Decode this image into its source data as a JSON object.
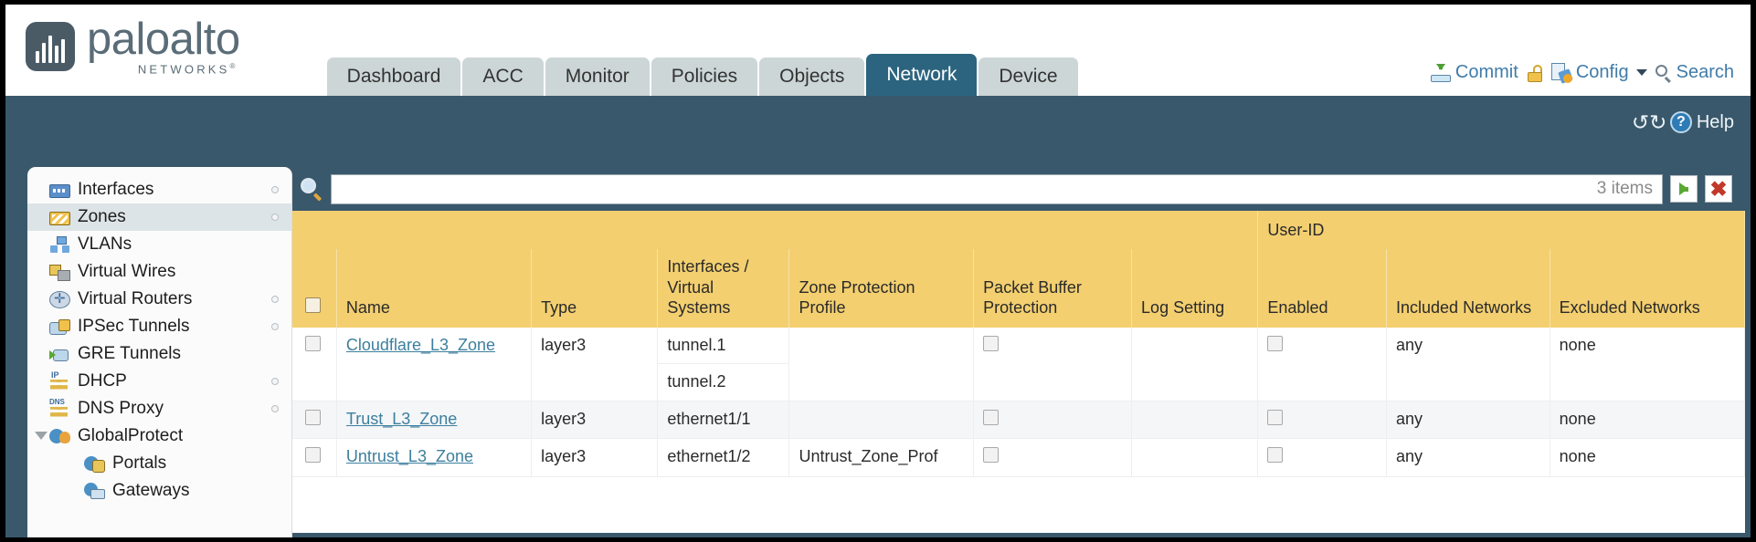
{
  "brand": {
    "name": "paloalto",
    "sub": "NETWORKS",
    "sub_mark": "®"
  },
  "tabs": [
    {
      "label": "Dashboard",
      "active": false
    },
    {
      "label": "ACC",
      "active": false
    },
    {
      "label": "Monitor",
      "active": false
    },
    {
      "label": "Policies",
      "active": false
    },
    {
      "label": "Objects",
      "active": false
    },
    {
      "label": "Network",
      "active": true
    },
    {
      "label": "Device",
      "active": false
    }
  ],
  "utils": {
    "commit": "Commit",
    "lock_icon": "padlock-icon",
    "config": "Config",
    "search": "Search"
  },
  "strip": {
    "refresh_icon": "refresh-icon",
    "help": "Help"
  },
  "sidebar": {
    "items": [
      {
        "label": "Interfaces",
        "icon": "i-interfaces",
        "selected": false,
        "child": false,
        "dot": true,
        "tri": false
      },
      {
        "label": "Zones",
        "icon": "i-zones",
        "selected": true,
        "child": false,
        "dot": true,
        "tri": false
      },
      {
        "label": "VLANs",
        "icon": "i-vlans",
        "selected": false,
        "child": false,
        "dot": false,
        "tri": false
      },
      {
        "label": "Virtual Wires",
        "icon": "i-vwires",
        "selected": false,
        "child": false,
        "dot": false,
        "tri": false
      },
      {
        "label": "Virtual Routers",
        "icon": "i-vrouters",
        "selected": false,
        "child": false,
        "dot": true,
        "tri": false
      },
      {
        "label": "IPSec Tunnels",
        "icon": "i-ipsec",
        "selected": false,
        "child": false,
        "dot": true,
        "tri": false
      },
      {
        "label": "GRE Tunnels",
        "icon": "i-gre",
        "selected": false,
        "child": false,
        "dot": false,
        "tri": false
      },
      {
        "label": "DHCP",
        "icon": "i-dhcp",
        "selected": false,
        "child": false,
        "dot": true,
        "tri": false
      },
      {
        "label": "DNS Proxy",
        "icon": "i-dns",
        "selected": false,
        "child": false,
        "dot": true,
        "tri": false
      },
      {
        "label": "GlobalProtect",
        "icon": "i-gp",
        "selected": false,
        "child": false,
        "dot": false,
        "tri": true
      },
      {
        "label": "Portals",
        "icon": "i-portal",
        "selected": false,
        "child": true,
        "dot": false,
        "tri": false
      },
      {
        "label": "Gateways",
        "icon": "i-gw",
        "selected": false,
        "child": true,
        "dot": false,
        "tri": false
      }
    ]
  },
  "search": {
    "value": "",
    "placeholder": "",
    "item_count": "3 items",
    "apply_icon": "green-arrow-icon",
    "clear_icon": "red-x-icon"
  },
  "table": {
    "group_header": "User-ID",
    "columns": [
      "Name",
      "Type",
      "Interfaces / Virtual Systems",
      "Zone Protection Profile",
      "Packet Buffer Protection",
      "Log Setting",
      "Enabled",
      "Included Networks",
      "Excluded Networks"
    ],
    "rows": [
      {
        "selected": false,
        "name": "Cloudflare_L3_Zone",
        "type": "layer3",
        "interfaces": [
          "tunnel.1",
          "tunnel.2"
        ],
        "zone_protection_profile": "",
        "packet_buffer_protection": false,
        "log_setting": "",
        "userid_enabled": false,
        "included_networks": "any",
        "excluded_networks": "none"
      },
      {
        "selected": false,
        "name": "Trust_L3_Zone",
        "type": "layer3",
        "interfaces": [
          "ethernet1/1"
        ],
        "zone_protection_profile": "",
        "packet_buffer_protection": false,
        "log_setting": "",
        "userid_enabled": false,
        "included_networks": "any",
        "excluded_networks": "none"
      },
      {
        "selected": false,
        "name": "Untrust_L3_Zone",
        "type": "layer3",
        "interfaces": [
          "ethernet1/2"
        ],
        "zone_protection_profile": "Untrust_Zone_Prof",
        "packet_buffer_protection": false,
        "log_setting": "",
        "userid_enabled": false,
        "included_networks": "any",
        "excluded_networks": "none"
      }
    ]
  },
  "colors": {
    "header_blue": "#3a586b",
    "tab_active": "#2c647f",
    "table_header_gold": "#f3cf70",
    "group_header_gold": "#e6b94e",
    "link_teal": "#3c7f9e"
  }
}
